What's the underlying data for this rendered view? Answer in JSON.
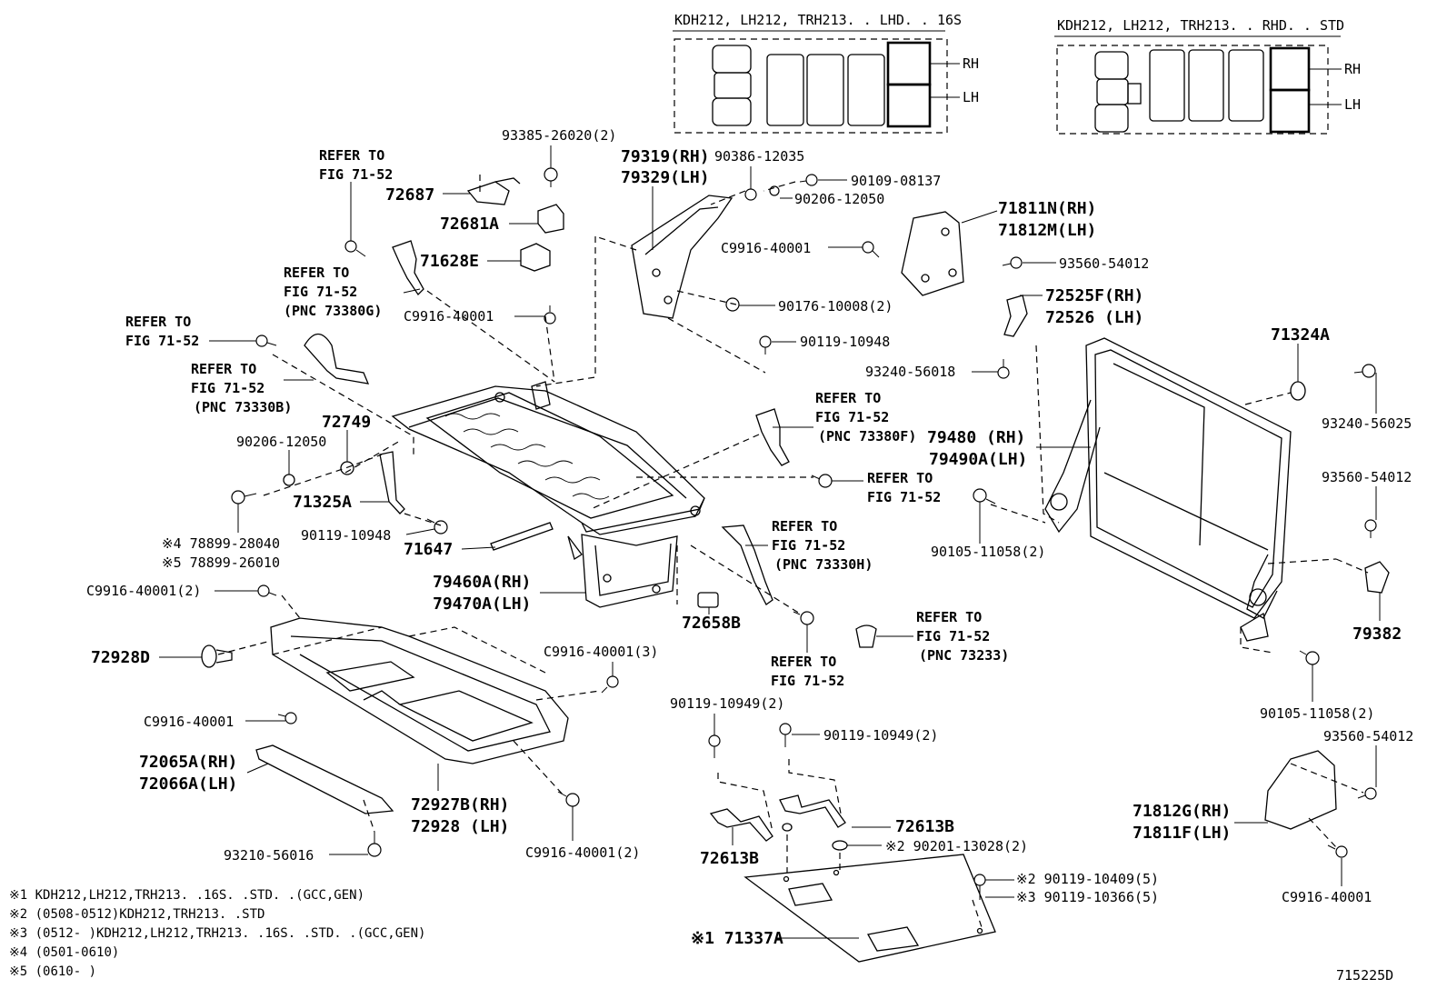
{
  "diagram_code": "715225D",
  "insets": {
    "lhd": {
      "title": "KDH212, LH212, TRH213. . LHD. . 16S",
      "rh": "RH",
      "lh": "LH"
    },
    "rhd": {
      "title": "KDH212, LH212, TRH213. . RHD. . STD",
      "rh": "RH",
      "lh": "LH"
    }
  },
  "labels": {
    "p93385": "93385-26020(2)",
    "p79319": "79319(RH)",
    "p79329": "79329(LH)",
    "p90386": "90386-12035",
    "p90109": "90109-08137",
    "p90206a": "90206-12050",
    "p71811n": "71811N(RH)",
    "p71812m": "71812M(LH)",
    "ref1a": "REFER TO",
    "ref1b": "FIG 71-52",
    "p72687": "72687",
    "p72681a": "72681A",
    "p71628e": "71628E",
    "pc9916a": "C9916-40001",
    "p93560a": "93560-54012",
    "ref2a": "REFER TO",
    "ref2b": "FIG 71-52",
    "ref2c": "(PNC 73380G)",
    "pc9916b": "C9916-40001",
    "p90176": "90176-10008(2)",
    "p72525f": "72525F(RH)",
    "p72526": "72526 (LH)",
    "ref3a": "REFER TO",
    "ref3b": "FIG 71-52",
    "p90119a": "90119-10948",
    "p71324a": "71324A",
    "ref4a": "REFER TO",
    "ref4b": "FIG 71-52",
    "ref4c": "(PNC 73330B)",
    "p93240a": "93240-56018",
    "p93240b": "93240-56025",
    "p72749": "72749",
    "ref5a": "REFER TO",
    "ref5b": "FIG 71-52",
    "ref5c": "(PNC 73380F)",
    "p79480": "79480 (RH)",
    "p79490a": "79490A(LH)",
    "p90206b": "90206-12050",
    "ref6a": "REFER TO",
    "ref6b": "FIG 71-52",
    "p93560b": "93560-54012",
    "p71325a": "71325A",
    "p90119b": "90119-10948",
    "p71647": "71647",
    "p90105a": "90105-11058(2)",
    "p78899a": "※4 78899-28040",
    "p78899b": "※5 78899-26010",
    "ref7a": "REFER TO",
    "ref7b": "FIG 71-52",
    "ref7c": "(PNC 73330H)",
    "pc9916c": "C9916-40001(2)",
    "p79460a": "79460A(RH)",
    "p79470a": "79470A(LH)",
    "p72658b": "72658B",
    "ref8a": "REFER TO",
    "ref8b": "FIG 71-52",
    "ref8c": "(PNC 73233)",
    "p79382": "79382",
    "p72928d": "72928D",
    "pc9916d": "C9916-40001(3)",
    "ref9a": "REFER TO",
    "ref9b": "FIG 71-52",
    "p90105b": "90105-11058(2)",
    "p90119c": "90119-10949(2)",
    "p90119d": "90119-10949(2)",
    "p93560c": "93560-54012",
    "pc9916e": "C9916-40001",
    "p72065a": "72065A(RH)",
    "p72066a": "72066A(LH)",
    "p72927b": "72927B(RH)",
    "p72928": "72928 (LH)",
    "p71812g": "71812G(RH)",
    "p71811f": "71811F(LH)",
    "p72613b_r": "72613B",
    "p72613b_l": "72613B",
    "p90201": "※2 90201-13028(2)",
    "pc9916f": "C9916-40001(2)",
    "pc9916g": "C9916-40001",
    "p93210": "93210-56016",
    "p90119e": "※2 90119-10409(5)",
    "p90119f": "※3 90119-10366(5)",
    "p71337a": "※1 71337A"
  },
  "footnotes": [
    "※1 KDH212,LH212,TRH213. .16S. .STD. .(GCC,GEN)",
    "※2 (0508-0512)KDH212,TRH213. .STD",
    "※3 (0512-      )KDH212,LH212,TRH213. .16S. .STD. .(GCC,GEN)",
    "※4 (0501-0610)",
    "※5 (0610-      )"
  ]
}
